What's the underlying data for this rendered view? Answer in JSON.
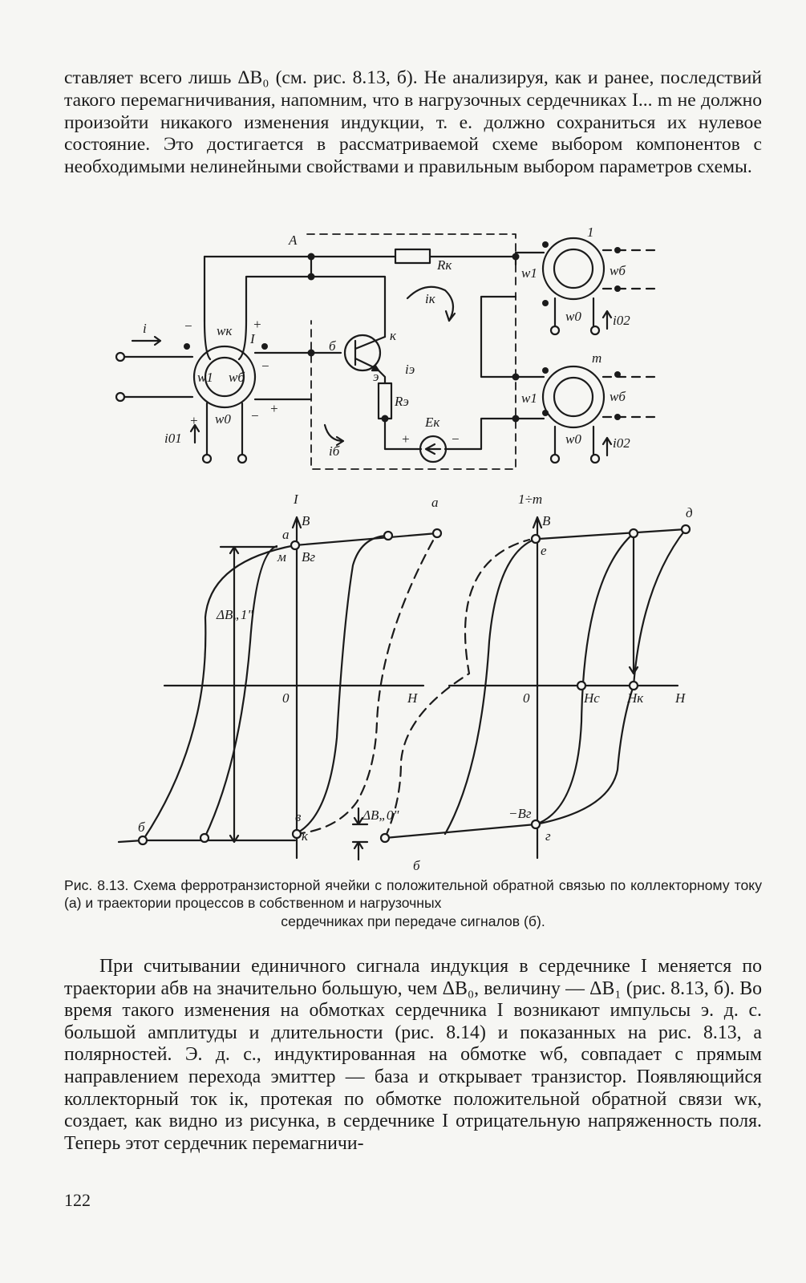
{
  "page": {
    "paragraph_top": "ставляет всего лишь ΔB₀ (см. рис. 8.13, б). Не анализируя, как и ранее, последствий такого перемагничивания, напомним, что в нагрузочных сердечниках I... m не должно произойти никакого изменения индукции, т. е. должно сохраниться их нулевое состояние. Это достигается в рассматриваемой схеме выбором компонентов с необходимыми нелинейными свойствами и правильным выбором параметров схемы.",
    "caption_main": "Рис. 8.13. Схема ферротранзисторной ячейки с положительной обратной связью по коллекторному току (а) и траектории процессов в собственном и нагрузочных",
    "caption_end": "сердечниках при передаче сигналов (б).",
    "paragraph_bottom": "При считывании единичного сигнала индукция в сердечнике I меняется по траектории абв на значительно большую, чем ΔB₀, величину — ΔB₁ (рис. 8.13, б). Во время такого изменения на обмотках сердечника I возникают импульсы э. д. с. большой амплитуды и длительности (рис. 8.14) и показанных на рис. 8.13, а полярностей. Э. д. с., индуктированная на обмотке wб, совпадает с прямым направлением перехода эмиттер — база и открывает транзистор. Появляющийся коллекторный ток iк, протекая по обмотке положительной обратной связи wк, создает, как видно из рисунка, в сердечнике I отрицательную напряженность поля. Теперь этот сердечник перемагничи-",
    "page_number": "122"
  },
  "circuit": {
    "label_a": "а",
    "point_A": "A",
    "current_i": "i",
    "core_I": "I",
    "w_k": "wк",
    "w1_left": "w1",
    "w_b_left": "wб",
    "w0_left": "w0",
    "i01": "i01",
    "R_k": "Rк",
    "i_k": "iк",
    "base": "б",
    "collector": "к",
    "emitter": "э",
    "i_e": "iэ",
    "R_e": "Rэ",
    "E_k": "Eк",
    "i_b": "iб",
    "core1": "1",
    "core_m": "m",
    "w1_r1": "w1",
    "wb_r1": "wб",
    "w0_r1": "w0",
    "i02_r1": "i02",
    "w1_r2": "w1",
    "wb_r2": "wб",
    "w0_r2": "w0",
    "i02_r2": "i02",
    "plus": "+",
    "minus": "−"
  },
  "loops": {
    "label_b": "б",
    "left": {
      "title": "I",
      "axis_B": "B",
      "axis_H": "H",
      "origin": "0",
      "pt_a": "а",
      "pt_m": "м",
      "Br": "Bг",
      "dB1": "ΔB„1\"",
      "pt_b": "б",
      "pt_v": "в",
      "pt_k": "к",
      "dB0": "ΔB„0\""
    },
    "right": {
      "title": "1÷m",
      "axis_B": "B",
      "axis_H": "H",
      "origin": "0",
      "pt_d": "д",
      "pt_e": "е",
      "Hc": "Hс",
      "Hk": "Hк",
      "minus_Br": "−Bг",
      "pt_g": "г"
    }
  }
}
